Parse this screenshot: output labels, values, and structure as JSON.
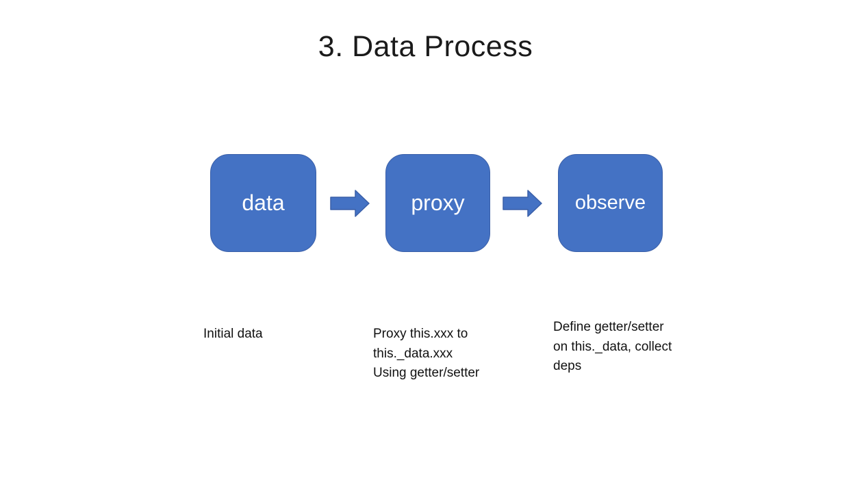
{
  "slide": {
    "title": "3. Data Process",
    "nodes": [
      {
        "label": "data",
        "caption": "Initial data"
      },
      {
        "label": "proxy",
        "caption": "Proxy this.xxx to\nthis._data.xxx\nUsing getter/setter"
      },
      {
        "label": "observe",
        "caption": "Define getter/setter\non this._data, collect\ndeps"
      }
    ],
    "arrows": [
      {
        "icon": "arrow-right"
      },
      {
        "icon": "arrow-right"
      }
    ],
    "colors": {
      "node_fill": "#4472C4",
      "node_border": "#3A5FA8",
      "arrow_fill": "#4472C4",
      "arrow_border": "#3A5FA8",
      "title_text": "#1a1a1a",
      "caption_text": "#111111",
      "background": "#ffffff"
    }
  }
}
